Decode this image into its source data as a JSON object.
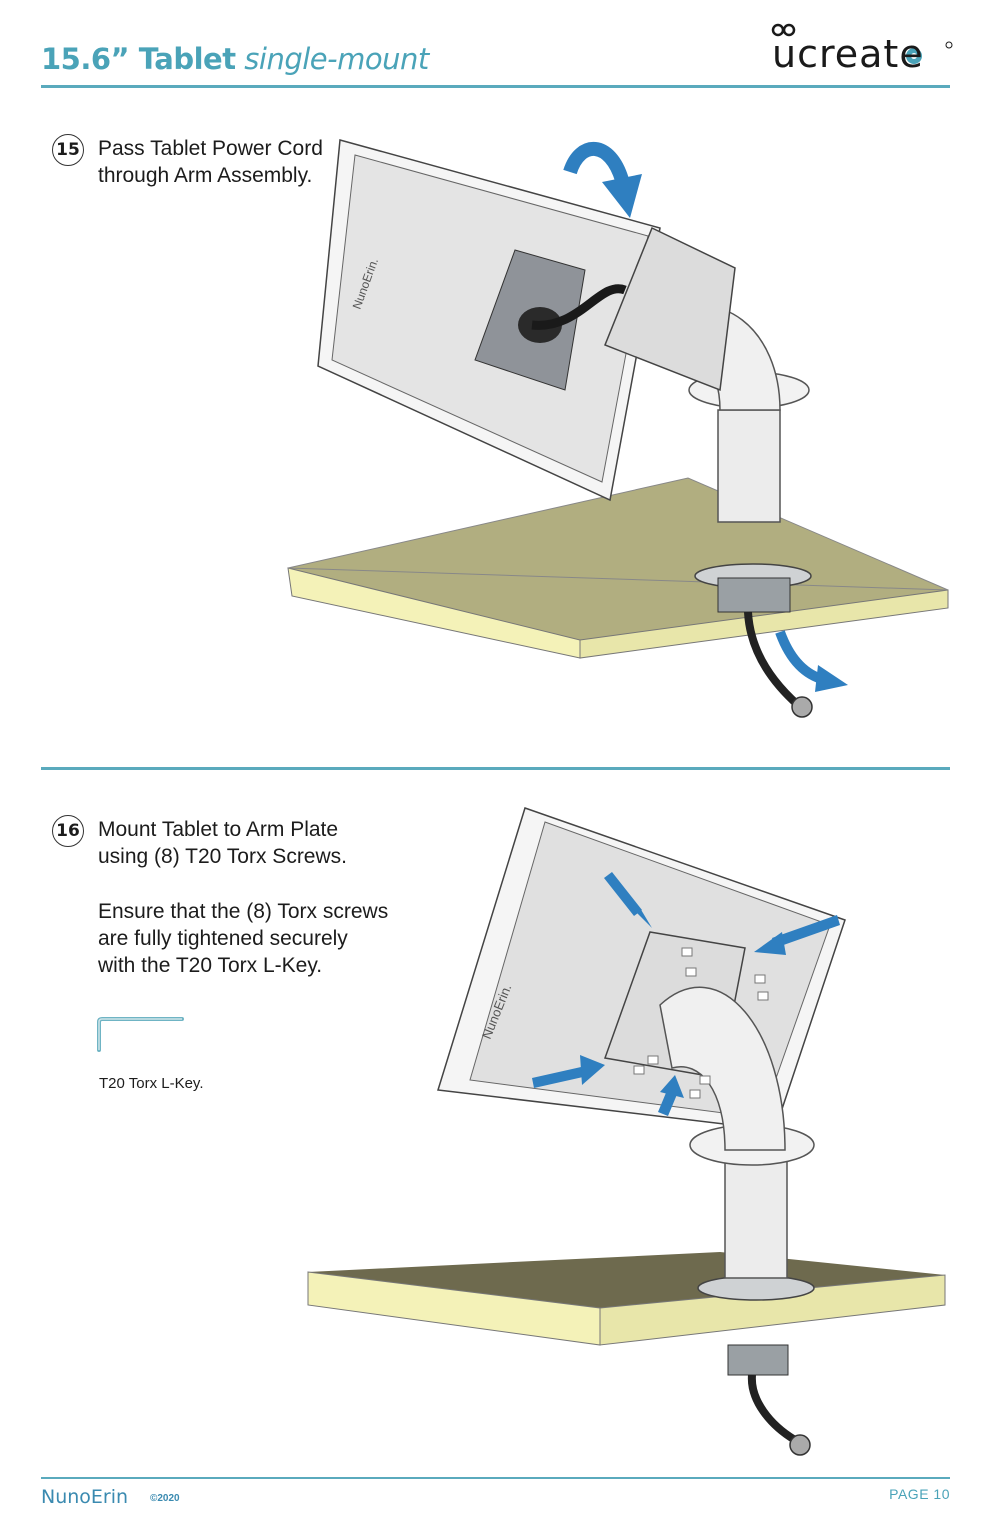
{
  "header": {
    "title_bold": "15.6” Tablet",
    "title_italic": "single-mount",
    "logo_text": "ucreate"
  },
  "steps": [
    {
      "number": "15",
      "text": "Pass Tablet Power Cord\nthrough Arm Assembly."
    },
    {
      "number": "16",
      "text": "Mount Tablet to Arm Plate\nusing (8) T20 Torx Screws.",
      "note": "Ensure that the (8) Torx screws\nare fully tightened securely\nwith the T20 Torx L-Key."
    }
  ],
  "lkey_label": "T20 Torx L-Key.",
  "footer": {
    "brand": "NunoErin",
    "copyright": "©2020",
    "page": "PAGE 10"
  },
  "device_label": "NunoErin.",
  "colors": {
    "accent": "#4aa3b8",
    "arrow": "#2f7fc0",
    "shelf_top": "#b1ae80",
    "shelf_edge": "#f4f2b8"
  }
}
